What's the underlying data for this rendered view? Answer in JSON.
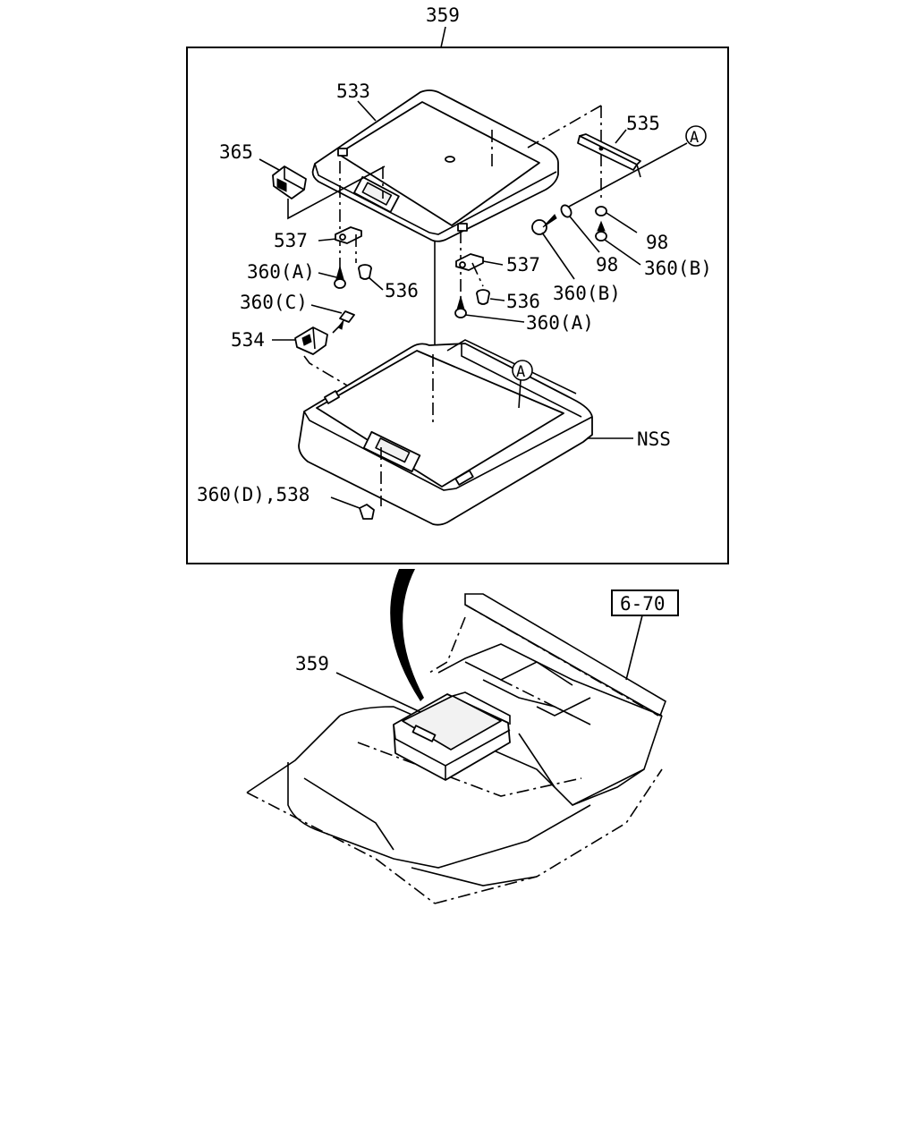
{
  "diagram": {
    "top_label": "359",
    "labels": {
      "p533": "533",
      "p535": "535",
      "p365": "365",
      "p537_left": "537",
      "p537_right": "537",
      "p360a_left": "360(A)",
      "p536_left": "536",
      "p536_right": "536",
      "p360c": "360(C)",
      "p534": "534",
      "p360a_right": "360(A)",
      "p360b_mid": "360(B)",
      "p98_mid": "98",
      "p98_right": "98",
      "p360b_right": "360(B)",
      "nss": "NSS",
      "p360d_538": "360(D),538",
      "circle_a_top": "A",
      "circle_a_tray": "A",
      "ref_box": "6-70",
      "p359_bottom": "359"
    }
  }
}
